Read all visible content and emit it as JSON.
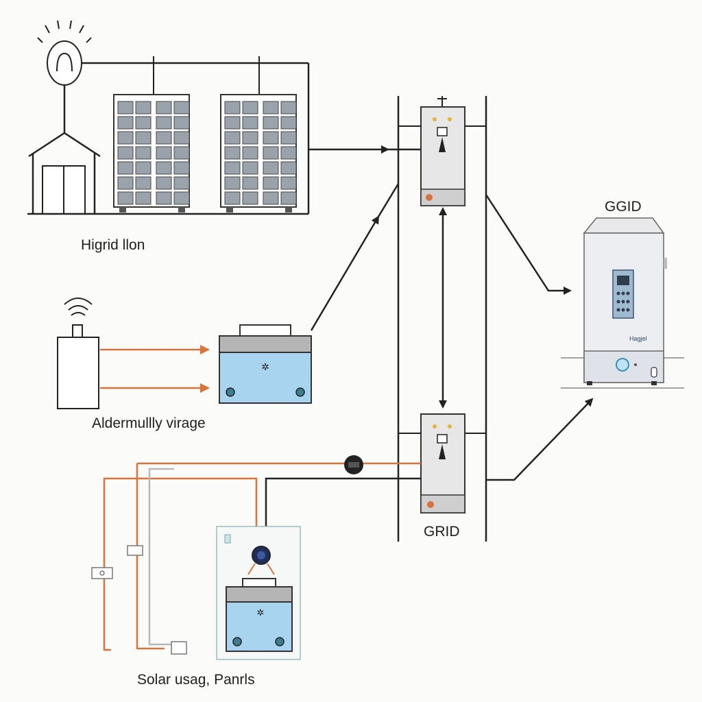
{
  "labels": {
    "top_left": "Higrid llon",
    "middle_left": "Aldermullly virage",
    "bottom_left": "Solar usag, Panrls",
    "right_top": "GGID",
    "center_bottom": "GRID",
    "unit_small": "Hagjel"
  },
  "colors": {
    "line": "#222222",
    "orange": "#d9733a",
    "battery_fill": "#a9d4ef",
    "battery_cap": "#b5b5b5",
    "panel_cell": "#9aa3ab",
    "device": "#e6e6e6"
  },
  "icons": [
    "light-bulb-icon",
    "house-icon",
    "solar-panel-icon",
    "wifi-icon",
    "battery-icon",
    "inverter-icon",
    "grid-unit-icon",
    "meter-icon"
  ]
}
